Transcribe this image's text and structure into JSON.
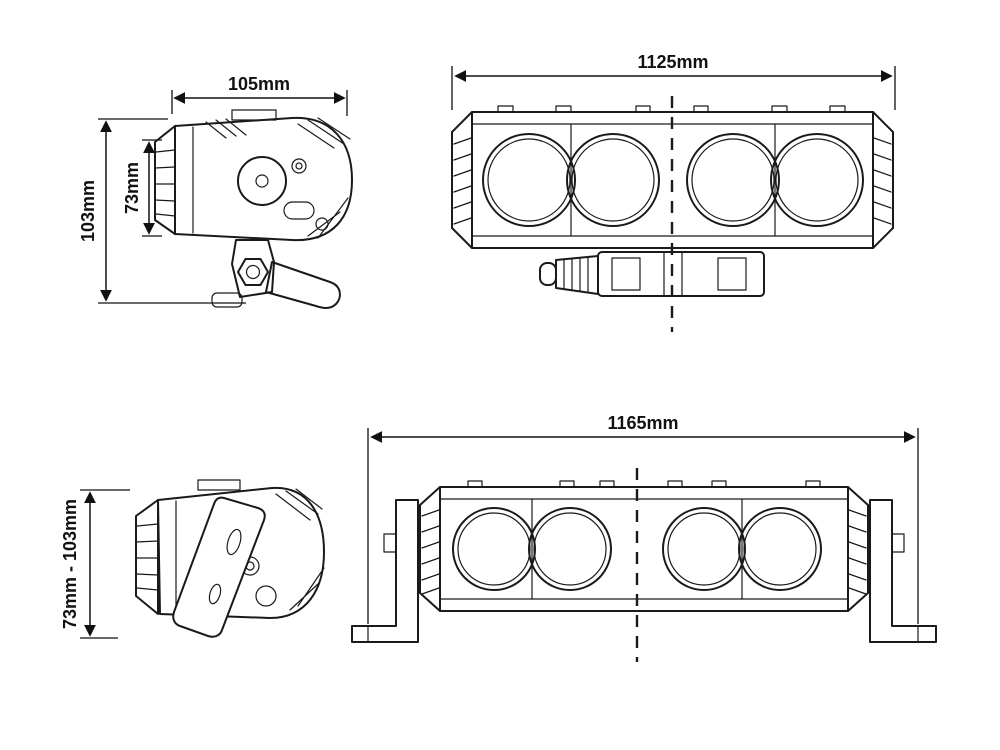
{
  "colors": {
    "line": "#1a1a1a",
    "background": "#ffffff"
  },
  "dimensions": {
    "side_top_width": "105mm",
    "side_top_height": "103mm",
    "side_top_lens_height": "73mm",
    "front_top_width": "1125mm",
    "front_bottom_width": "1165mm",
    "side_bottom_height_range": "73mm - 103mm"
  }
}
